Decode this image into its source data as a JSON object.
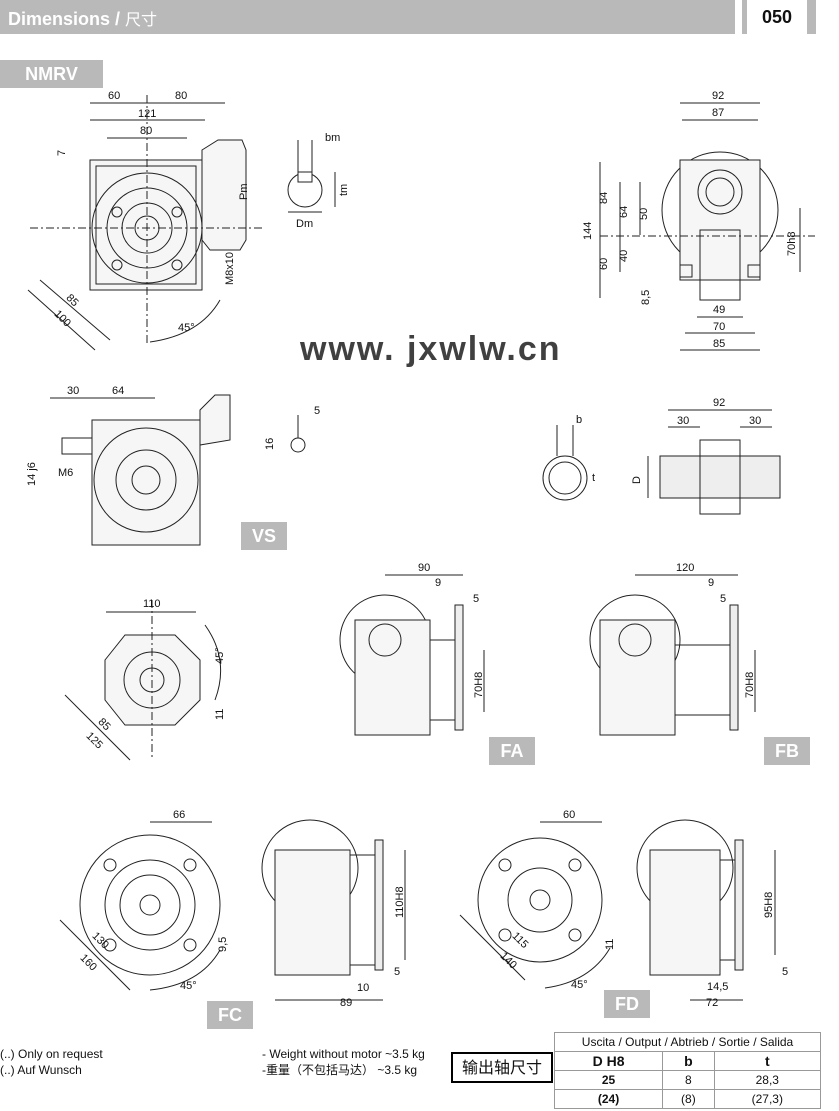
{
  "header": {
    "title": "Dimensions /",
    "title_cn": "尺寸",
    "page_number": "050"
  },
  "series_label": "NMRV",
  "views": {
    "main": {
      "d1": "60",
      "d2": "80",
      "d3": "121",
      "d4": "80",
      "d5": "7",
      "d6": "Pm",
      "d7": "M8x10",
      "d8": "85",
      "d9": "100",
      "d10": "45°"
    },
    "shaft": {
      "bm": "bm",
      "tm": "tm",
      "dm": "Dm"
    },
    "side": {
      "d1": "92",
      "d2": "87",
      "d3": "84",
      "d4": "64",
      "d5": "50",
      "d6": "144",
      "d7": "40",
      "d8": "60",
      "d9": "70h8",
      "d10": "8,5",
      "d11": "49",
      "d12": "70",
      "d13": "85"
    },
    "vs": {
      "d1": "30",
      "d2": "64",
      "d3": "M6",
      "d4": "14 j6",
      "d5": "16",
      "d6": "5",
      "badge": "VS"
    },
    "output": {
      "b": "b",
      "t": "t",
      "D": "D",
      "d1": "92",
      "d2": "30",
      "d3": "30"
    },
    "flange": {
      "d1": "110",
      "d2": "45°",
      "d3": "85",
      "d4": "125",
      "d5": "11"
    },
    "fa": {
      "d1": "90",
      "d2": "9",
      "d3": "5",
      "d4": "70H8",
      "badge": "FA"
    },
    "fb": {
      "d1": "120",
      "d2": "9",
      "d3": "5",
      "d4": "70H8",
      "badge": "FB"
    },
    "fc": {
      "d1": "66",
      "d2": "130",
      "d3": "160",
      "d4": "9,5",
      "d5": "45°",
      "d6": "110H8",
      "d7": "5",
      "d8": "10",
      "d9": "89",
      "badge": "FC"
    },
    "fd": {
      "d1": "60",
      "d2": "115",
      "d3": "140",
      "d4": "11",
      "d5": "45°",
      "d6": "95H8",
      "d7": "5",
      "d8": "14,5",
      "d9": "72",
      "badge": "FD"
    }
  },
  "notes": {
    "n1": "(..) Only on request",
    "n2": "(..) Auf Wunsch",
    "w1": "- Weight without motor  ~3.5 kg",
    "w2": "-重量（不包括马达）    ~3.5 kg",
    "cn_box": "输出轴尺寸"
  },
  "output_table": {
    "title": "Uscita / Output / Abtrieb / Sortie / Salida",
    "headers": [
      "D H8",
      "b",
      "t"
    ],
    "rows": [
      [
        "25",
        "8",
        "28,3"
      ],
      [
        "(24)",
        "(8)",
        "(27,3)"
      ]
    ]
  },
  "watermark": "www. jxwlw.cn"
}
